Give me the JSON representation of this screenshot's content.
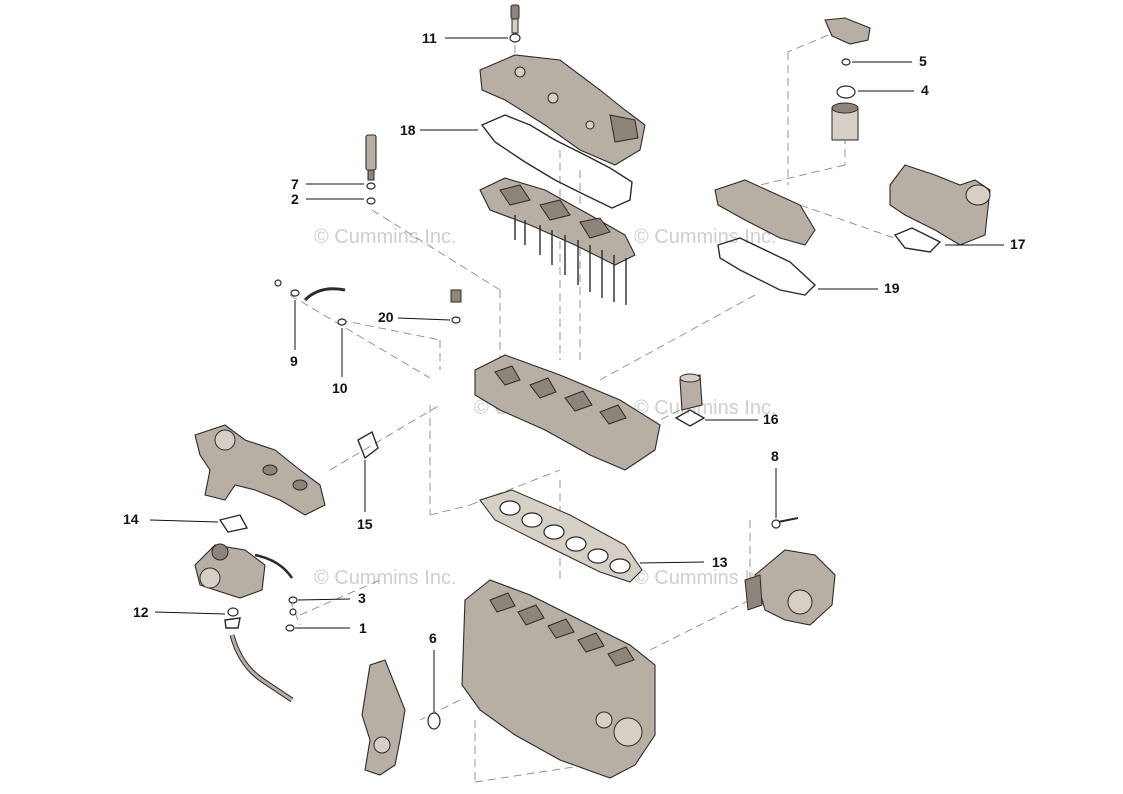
{
  "watermarks": [
    "© Cummins Inc.",
    "© Cummins Inc.",
    "© Cummins Inc.",
    "© Cummins Inc.",
    "© Cummins Inc.",
    "© Cummins Inc."
  ],
  "callouts": {
    "c1": "1",
    "c2": "2",
    "c3": "3",
    "c4": "4",
    "c5": "5",
    "c6": "6",
    "c7": "7",
    "c8": "8",
    "c9": "9",
    "c10": "10",
    "c11": "11",
    "c12": "12",
    "c13": "13",
    "c14": "14",
    "c15": "15",
    "c16": "16",
    "c17": "17",
    "c18": "18",
    "c19": "19",
    "c20": "20"
  },
  "colors": {
    "part": "#b7aea4",
    "outline": "#2d2a27",
    "watermark": "#cfcfcf"
  }
}
